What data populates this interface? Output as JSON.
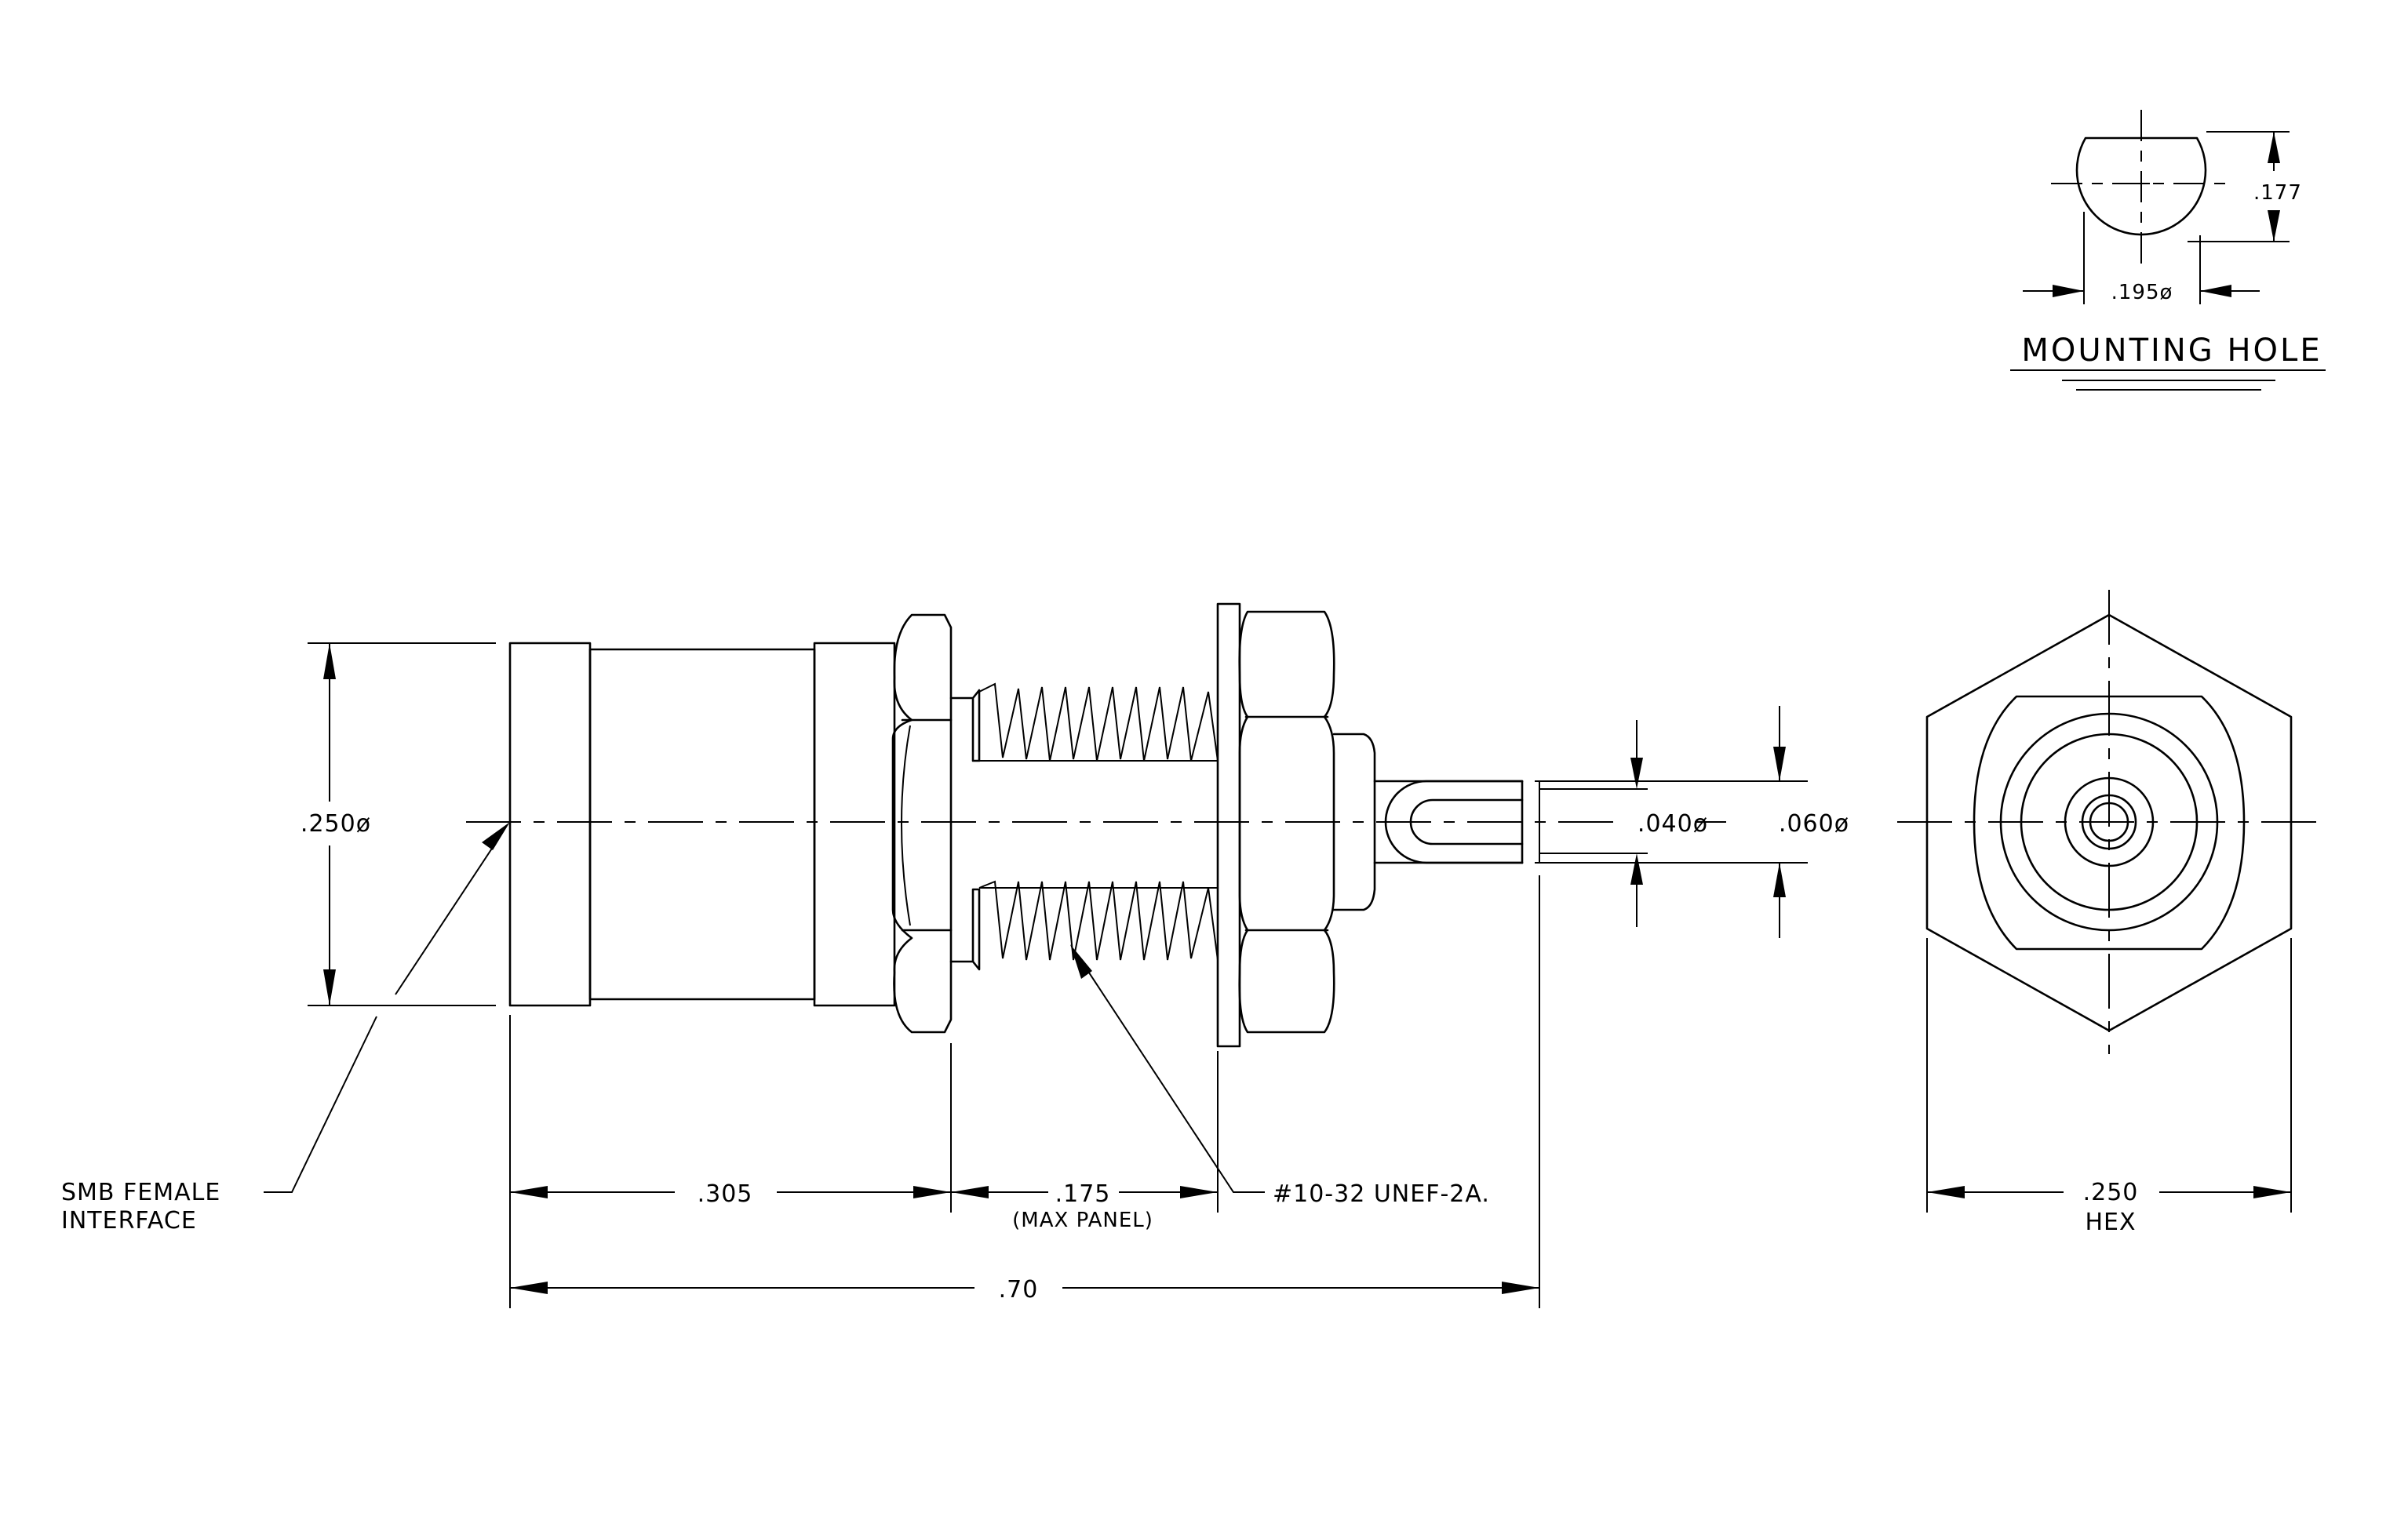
{
  "mounting_hole": {
    "title": "MOUNTING HOLE",
    "flat_dim": ".177",
    "dia_dim": ".195ø"
  },
  "side_view": {
    "body_dia": ".250ø",
    "interface_label_1": "SMB FEMALE",
    "interface_label_2": "INTERFACE",
    "len_body": ".305",
    "len_panel": ".175",
    "len_panel_note": "(MAX PANEL)",
    "thread_spec": "#10-32 UNEF-2A.",
    "overall_len": ".70",
    "pin_dia": ".040ø",
    "terminal_dia": ".060ø"
  },
  "end_view": {
    "hex_dim": ".250",
    "hex_label": "HEX"
  }
}
